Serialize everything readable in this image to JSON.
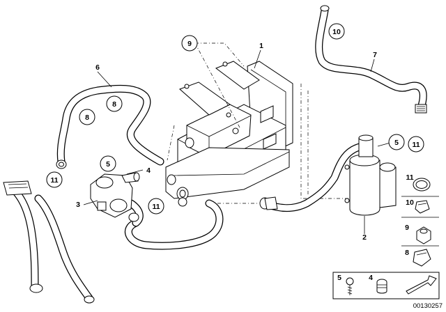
{
  "callouts": {
    "c1": "1",
    "c2": "2",
    "c3": "3",
    "c4": "4",
    "c5a": "5",
    "c5b": "5",
    "c6": "6",
    "c7": "7",
    "c8a": "8",
    "c8b": "8",
    "c9": "9",
    "c10": "10",
    "c11a": "11",
    "c11b": "11",
    "c11c": "11"
  },
  "legend": {
    "r11": "11",
    "r10": "10",
    "r9": "9",
    "r8": "8",
    "b5": "5",
    "b4": "4"
  },
  "diagram_id": "00130257"
}
